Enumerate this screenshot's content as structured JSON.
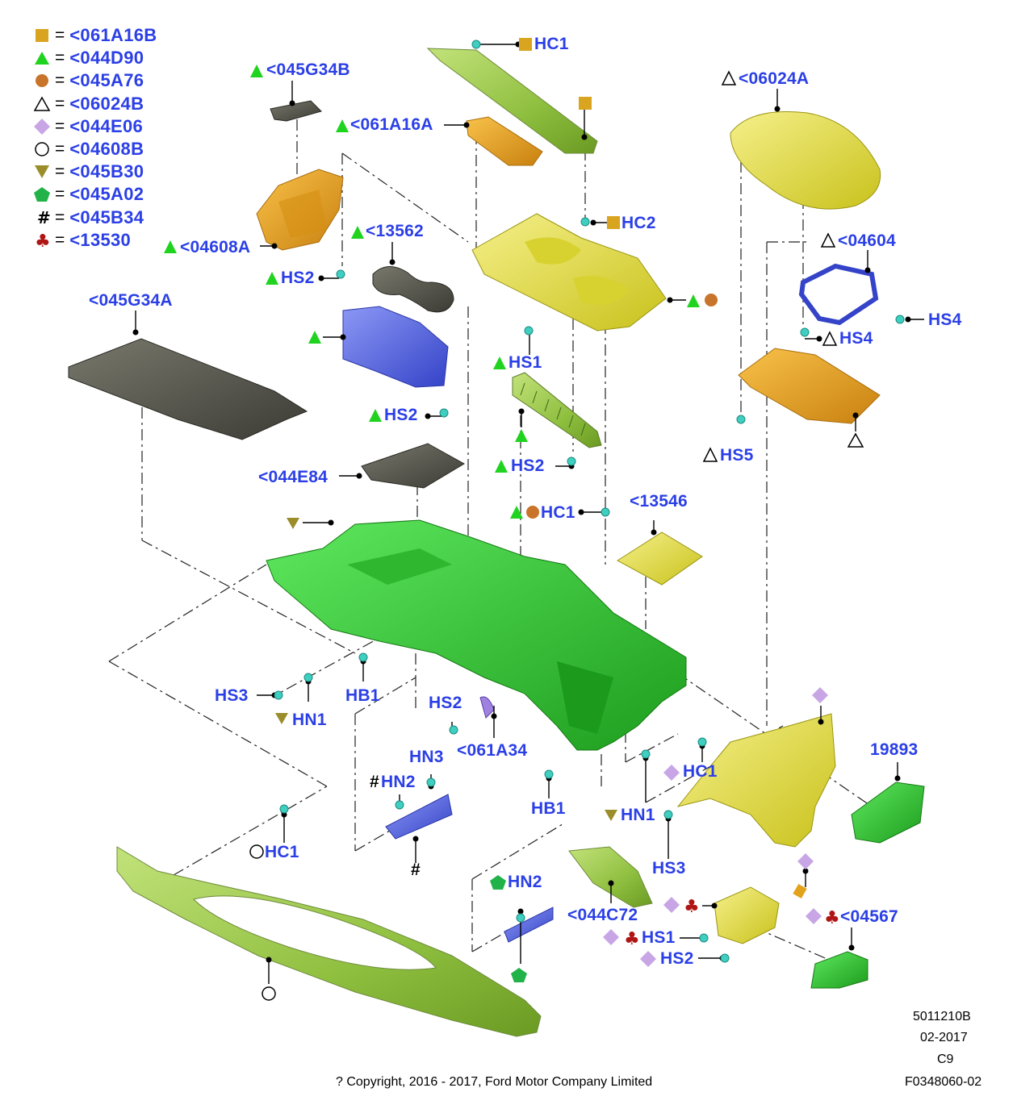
{
  "legend": [
    {
      "symbol": "square",
      "color": "#d9a520",
      "code": "<061A16B"
    },
    {
      "symbol": "triangle-filled",
      "color": "#1fd31f",
      "code": "<044D90"
    },
    {
      "symbol": "circle-filled",
      "color": "#c8742a",
      "code": "<045A76"
    },
    {
      "symbol": "triangle-outline",
      "color": "#000000",
      "code": "<06024B"
    },
    {
      "symbol": "diamond",
      "color": "#c8a6e6",
      "code": "<044E06"
    },
    {
      "symbol": "circle-outline",
      "color": "#000000",
      "code": "<04608B"
    },
    {
      "symbol": "triangle-down",
      "color": "#9a8d2a",
      "code": "<045B30"
    },
    {
      "symbol": "pentagon",
      "color": "#22b24a",
      "code": "<045A02"
    },
    {
      "symbol": "hash",
      "color": "#000000",
      "code": "<045B34"
    },
    {
      "symbol": "club",
      "color": "#b01515",
      "code": "<13530"
    }
  ],
  "labels": {
    "l01": "HC1",
    "l02": "<045G34B",
    "l03": "<061A16A",
    "l04": "HC2",
    "l05": "<06024A",
    "l06": "<13562",
    "l07": "<04608A",
    "l08": "HS2",
    "l09": "<04604",
    "l10": "HS4",
    "l11": "HS4",
    "l12": "<045G34A",
    "l13": "HS1",
    "l14": "HS2",
    "l15": "HS2",
    "l16": "HS5",
    "l17": "<044E84",
    "l18": "HC1",
    "l19": "<13546",
    "l20": "HS3",
    "l21": "HB1",
    "l22": "HN1",
    "l23": "HS2",
    "l24": "<061A34",
    "l25": "19893",
    "l26": "HN3",
    "l27": "HC1",
    "l28": "HN2",
    "l29": "HB1",
    "l30": "HN1",
    "l31": "HC1",
    "l32": "HS3",
    "l33": "HN2",
    "l34": "<044C72",
    "l35": "<04567",
    "l36": "HS1",
    "l37": "HS2",
    "l38": "#",
    "l39": "#"
  },
  "meta": {
    "code": "5011210B",
    "date": "02-2017",
    "rev": "C9",
    "ref": "F0348060-02",
    "copyright": "? Copyright, 2016 - 2017, Ford Motor Company Limited"
  },
  "colors": {
    "label_blue": "#2b3fe6",
    "green_part": "#3cd23c",
    "yellow_part": "#e8e23a",
    "orange_part": "#e3a21c",
    "blue_part": "#5566e6",
    "grey_part": "#5a5a52",
    "clip_cyan": "#3fcfc0"
  }
}
